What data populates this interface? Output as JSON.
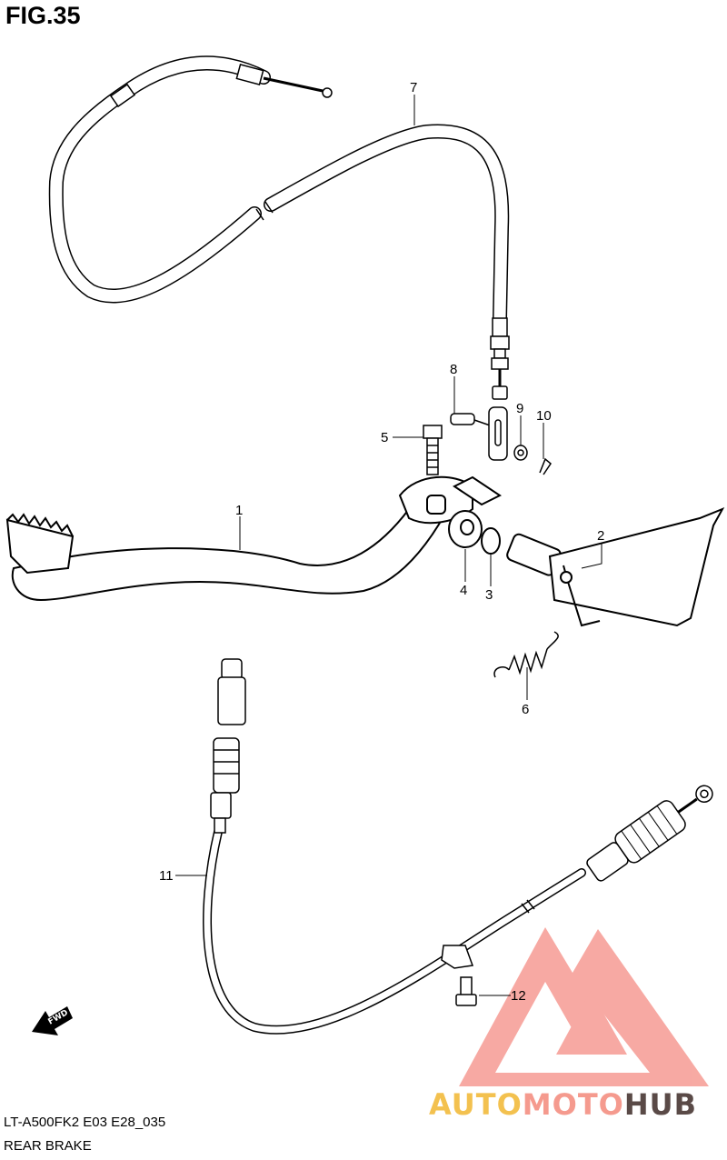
{
  "figure": {
    "title": "FIG.35",
    "model_code": "LT-A500FK2 E03 E28_035",
    "section_title": "REAR BRAKE"
  },
  "callouts": [
    "1",
    "2",
    "3",
    "4",
    "5",
    "6",
    "7",
    "8",
    "9",
    "10",
    "11",
    "12"
  ],
  "fwd_label": "FWD",
  "watermark": {
    "part1": "AUTO",
    "part2": "MOTO",
    "part3": "HUB",
    "colors": {
      "auto": "#f3c14f",
      "moto": "#f59a8e",
      "hub": "#5a4a47",
      "triangle": "#f47a6e"
    }
  },
  "icons": [
    "fwd-arrow-icon",
    "automotohub-logo-icon"
  ]
}
